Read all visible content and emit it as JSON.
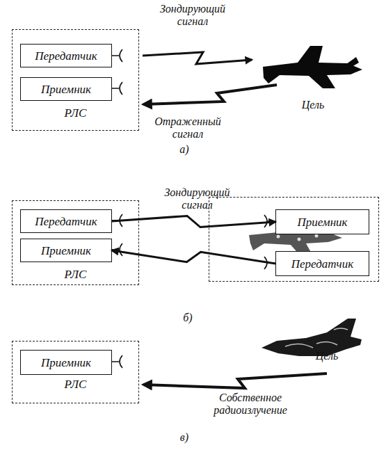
{
  "diagram": {
    "nodes": [
      {
        "text": [
          "РЛС"
        ]
      },
      {
        "text": [
          "Передатчик"
        ],
        "in": 0
      },
      {
        "text": [
          "Приемник"
        ],
        "in": 0
      },
      {
        "text": [
          "РЛС"
        ]
      },
      {
        "text": [
          "Передатчик"
        ],
        "in": 3
      },
      {
        "text": [
          "Приемник"
        ],
        "in": 3
      },
      {
        "text": []
      },
      {
        "text": [
          "Приемник"
        ],
        "in": 6
      },
      {
        "text": [
          "Передатчик"
        ],
        "in": 6
      },
      {
        "text": [
          "РЛС"
        ]
      },
      {
        "text": [
          "Приемник"
        ],
        "in": 9
      }
    ],
    "edges": [
      {
        "from": 4,
        "to": 7,
        "label": "Зондирующий сигнал",
        "arrow": "to"
      },
      {
        "from": 8,
        "to": 5,
        "arrow": "to"
      }
    ],
    "labels": [
      "Зондирующий сигнал",
      "Цель",
      "Отраженный сигнал",
      "а)",
      "б)",
      "Цель",
      "Собственное радиоизлучение",
      "в)"
    ]
  }
}
